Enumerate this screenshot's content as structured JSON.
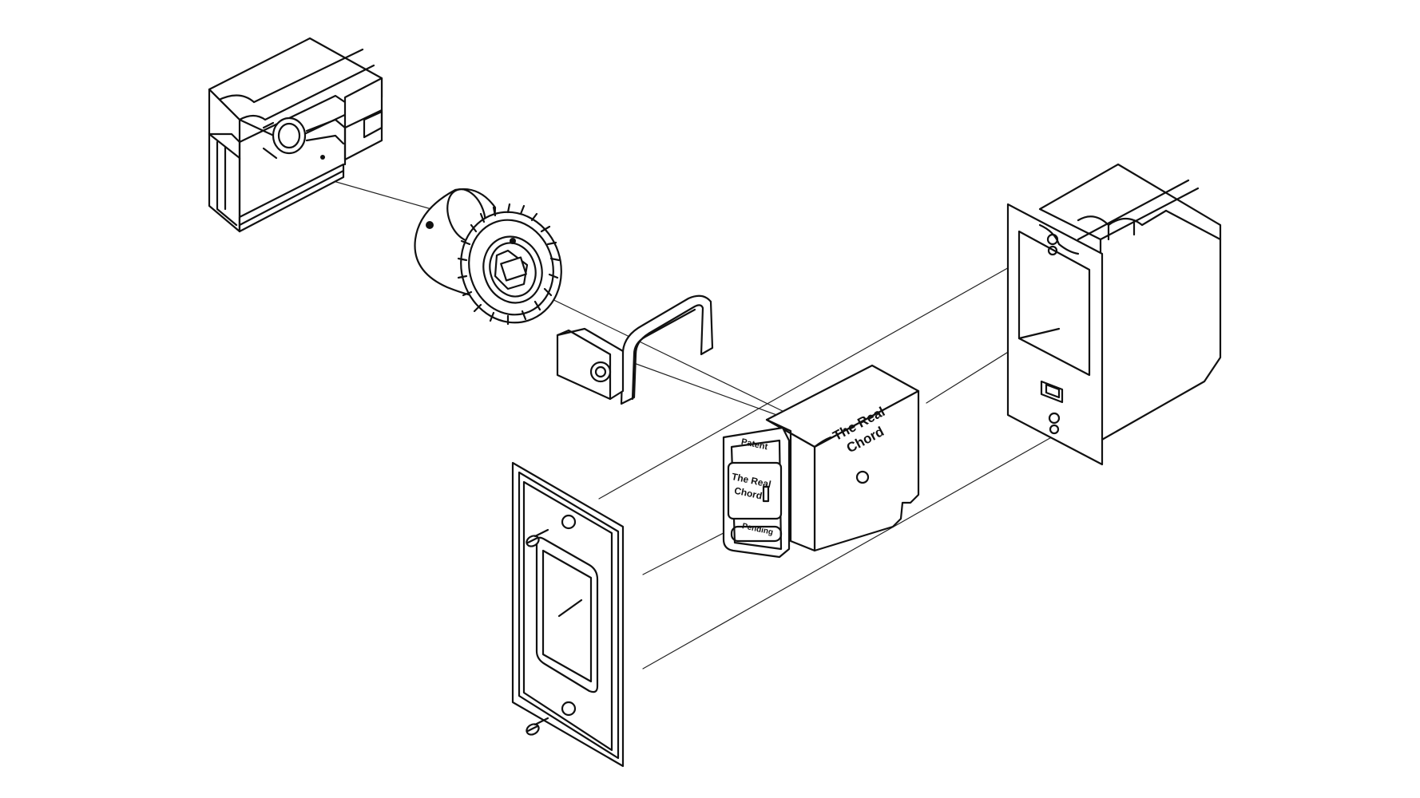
{
  "diagram": {
    "type": "exploded-assembly-line-drawing",
    "line_color": "#111111",
    "background": "#ffffff"
  },
  "housing_label": {
    "line1": "The Real",
    "line2": "Chord"
  },
  "insert_label": {
    "line1": "The Real",
    "line2": "Chord"
  },
  "insert_top_text": "Patent",
  "insert_bottom_text": "Pending"
}
